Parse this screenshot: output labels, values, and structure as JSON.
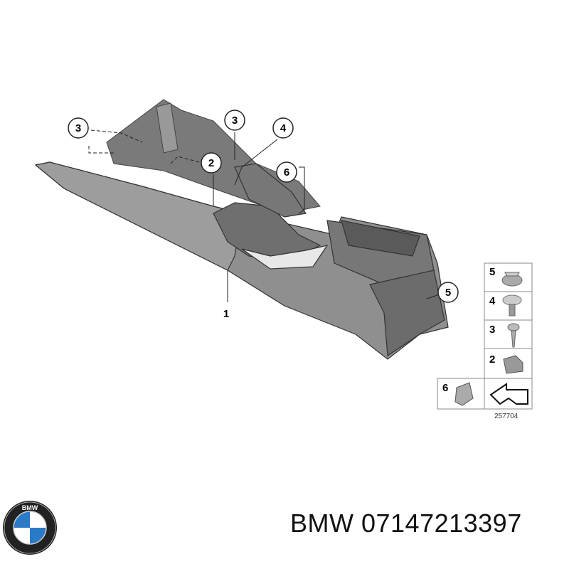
{
  "diagram": {
    "callouts": [
      {
        "label": "3"
      },
      {
        "label": "3"
      },
      {
        "label": "4"
      },
      {
        "label": "2"
      },
      {
        "label": "6"
      },
      {
        "label": "5"
      }
    ],
    "main_part_label": "1",
    "legend_items": [
      {
        "label": "5",
        "icon": "nut-icon"
      },
      {
        "label": "4",
        "icon": "bolt-icon"
      },
      {
        "label": "3",
        "icon": "screw-icon"
      },
      {
        "label": "2",
        "icon": "clip-nut-icon"
      },
      {
        "label": "6",
        "icon": "clip-icon"
      }
    ],
    "reference_number": "257704"
  },
  "brand": {
    "logo": "bmw-logo",
    "logo_text": "BMW"
  },
  "caption": "BMW 07147213397",
  "colors": {
    "part": "#8a8a8a",
    "part_dark": "#5e5e5e",
    "part_light": "#b5b5b5"
  }
}
